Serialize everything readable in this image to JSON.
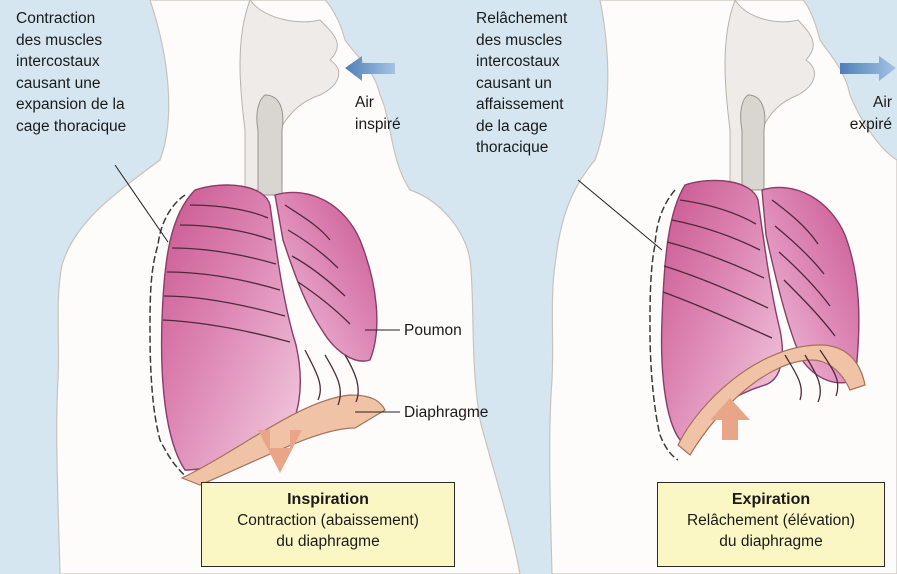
{
  "left_panel": {
    "annotation": "Contraction\ndes muscles\nintercostaux\ncausant une\nexpansion de la\ncage thoracique",
    "air_label": "Air\ninspiré",
    "lung_label": "Poumon",
    "diaphragm_label": "Diaphragme",
    "caption_title": "Inspiration",
    "caption_text": "Contraction (abaissement)\ndu diaphragme"
  },
  "right_panel": {
    "annotation": "Relâchement\ndes muscles\nintercostaux\ncausant un\naffaissement\nde la cage\nthoracique",
    "air_label": "Air\nexpiré",
    "caption_title": "Expiration",
    "caption_text": "Relâchement (élévation)\ndu diaphragme"
  },
  "colors": {
    "background": "#d6e6f1",
    "body": "#fdfcfa",
    "lung": "#d873a8",
    "lung_light": "#efc3dc",
    "diaphragm": "#f1c3a6",
    "arrow_air": "#6f98c4",
    "arrow_diaphragm": "#e9a587",
    "caption_box": "#fbf7c4"
  }
}
